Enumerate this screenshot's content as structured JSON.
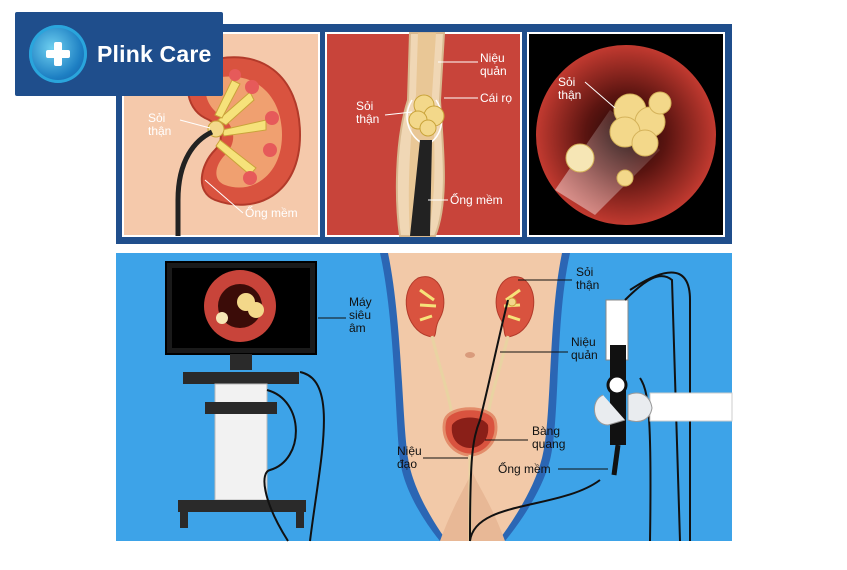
{
  "logo": {
    "brand": "Plink Care",
    "icon": "medical-cross-icon"
  },
  "panel_kidney": {
    "stone_label": "Sỏi\nthận",
    "scope_label": "Ống mềm"
  },
  "panel_ureter": {
    "ureter_label": "Niệu\nquản",
    "stone_label": "Sỏi\nthận",
    "basket_label": "Cái rọ",
    "scope_label": "Ống mềm"
  },
  "panel_endoscope_view": {
    "stone_label": "Sỏi\nthận"
  },
  "panel_procedure": {
    "machine_label": "Máy\nsiêu\nâm",
    "kidney_stone_label": "Sỏi\nthận",
    "ureter_label": "Niệu\nquản",
    "bladder_label": "Bàng\nquang",
    "urethra_label": "Niệu\nđạo",
    "scope_label": "Ống mềm"
  },
  "colors": {
    "frame_blue": "#1f4e8c",
    "skin": "#f2c9a8",
    "kidney": "#d9533f",
    "tissue_red": "#c8443a",
    "stone": "#f3d88a",
    "background_blue": "#3da3e8"
  }
}
